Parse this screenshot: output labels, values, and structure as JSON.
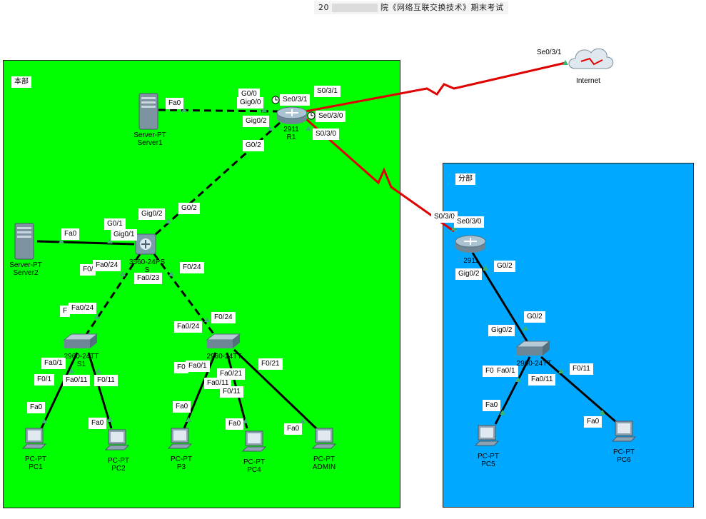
{
  "title": {
    "left": "20",
    "right": "院《网络互联交换技术》期末考试"
  },
  "zones": {
    "hq": "本部",
    "branch": "分部"
  },
  "devices": {
    "server1": {
      "type": "Server-PT",
      "name": "Server1"
    },
    "server2": {
      "type": "Server-PT",
      "name": "Server2"
    },
    "r1": {
      "type": "2911",
      "name": "R1"
    },
    "l3switch": {
      "type": "3560-24PS",
      "name": "S"
    },
    "s1": {
      "type": "2960-24TT",
      "name": "S1"
    },
    "s2": {
      "type": "2960-24TT",
      "name": ""
    },
    "pc1": {
      "type": "PC-PT",
      "name": "PC1"
    },
    "pc2": {
      "type": "PC-PT",
      "name": "PC2"
    },
    "pc3": {
      "type": "PC-PT",
      "name": "P3"
    },
    "pc4": {
      "type": "PC-PT",
      "name": "PC4"
    },
    "admin": {
      "type": "PC-PT",
      "name": "ADMIN"
    },
    "internet": {
      "type": "",
      "name": "Internet"
    },
    "r2": {
      "type": "2911",
      "name": ""
    },
    "s3": {
      "type": "2960-24TT",
      "name": ""
    },
    "pc5": {
      "type": "PC-PT",
      "name": "PC5"
    },
    "pc6": {
      "type": "PC-PT",
      "name": "PC6"
    }
  },
  "ports": {
    "server1_fa0": "Fa0",
    "r1_g00_short": "G0/0",
    "r1_gig00": "Gig0/0",
    "r1_se031": "Se0/3/1",
    "r1_s031_short": "S0/3/1",
    "r1_se030": "Se0/3/0",
    "r1_s030_short": "S0/3/0",
    "r1_gig02": "Gig0/2",
    "r1_g02_short": "G0/2",
    "ls_gig02": "Gig0/2",
    "ls_g02_short": "G0/2",
    "server2_fa0": "Fa0",
    "ls_g01_short": "G0/1",
    "ls_gig01": "Gig0/1",
    "ls_f0_partial": "F0/",
    "ls_fa024": "Fa0/24",
    "ls_fa023": "Fa0/23",
    "ls_f024": "F0/24",
    "s1_f_partial": "F",
    "s1_fa024": "Fa0/24",
    "s1_fa01": "Fa0/1",
    "s1_f01": "F0/1",
    "s1_fa011": "Fa0/11",
    "s1_f011": "F0/11",
    "pc1_fa0": "Fa0",
    "pc2_fa0": "Fa0",
    "s2_f024": "F0/24",
    "s2_fa024": "Fa0/24",
    "s2_f0_partial": "F0",
    "s2_fa01": "Fa0/1",
    "s2_fa021": "Fa0/21",
    "s2_fa011": "Fa0/11",
    "s2_f011": "F0/11",
    "s2_f021": "F0/21",
    "pc3_fa0": "Fa0",
    "pc4_fa0": "Fa0",
    "admin_fa0": "Fa0",
    "internet_se031": "Se0/3/1",
    "r2_s030_short": "S0/3/0",
    "r2_se030": "Se0/3/0",
    "r2_gig02": "Gig0/2",
    "r2_g02_short": "G0/2",
    "s3_g02_short": "G0/2",
    "s3_gig02": "Gig0/2",
    "s3_f_partial": "F0",
    "s3_fa01": "Fa0/1",
    "s3_fa011": "Fa0/11",
    "s3_f011": "F0/11",
    "pc5_fa0": "Fa0",
    "pc6_fa0": "Fa0"
  },
  "colors": {
    "hq_zone": "#00ff00",
    "branch_zone": "#00a8ff",
    "serial_link": "#e00000",
    "ethernet_link": "#000000",
    "port_up": "#3cb371"
  }
}
